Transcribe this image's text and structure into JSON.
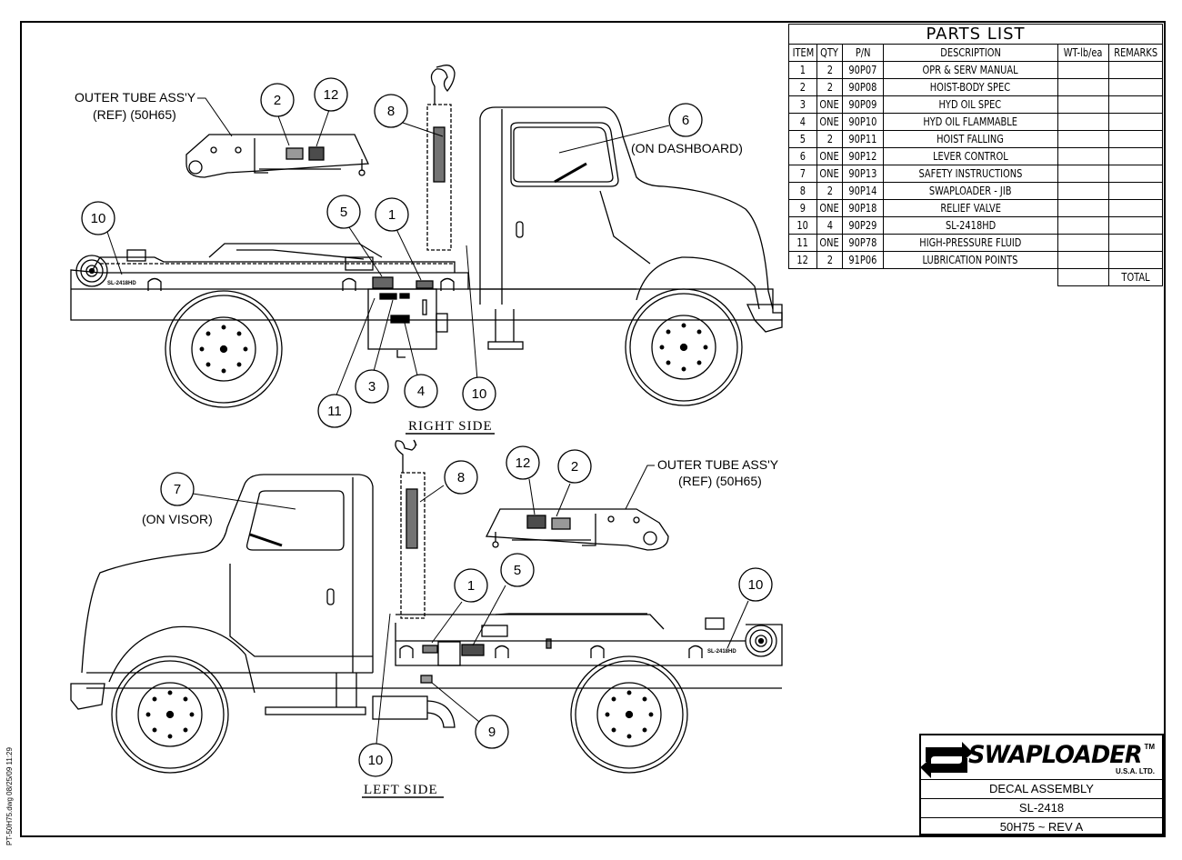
{
  "drawing": {
    "file_stamp": "PT-50H75.dwg   08/25/09  11:29",
    "views": {
      "right_side": {
        "title": "RIGHT SIDE",
        "callouts": [
          {
            "id": "outer-tube",
            "text_line1": "OUTER TUBE ASS'Y",
            "text_line2": "(REF) (50H65)"
          },
          {
            "id": "dashboard",
            "text": "(ON DASHBOARD)"
          }
        ],
        "balloons": [
          "2",
          "12",
          "8",
          "6",
          "10",
          "5",
          "1",
          "11",
          "3",
          "4",
          "10"
        ]
      },
      "left_side": {
        "title": "LEFT SIDE",
        "callouts": [
          {
            "id": "outer-tube",
            "text_line1": "OUTER TUBE ASS'Y",
            "text_line2": "(REF) (50H65)"
          },
          {
            "id": "visor",
            "text": "(ON VISOR)"
          }
        ],
        "balloons": [
          "7",
          "8",
          "12",
          "2",
          "1",
          "5",
          "10",
          "9",
          "10"
        ]
      }
    },
    "decal_text": "SL-2418HD"
  },
  "parts_list": {
    "title": "PARTS LIST",
    "columns": [
      "ITEM",
      "QTY",
      "P/N",
      "DESCRIPTION",
      "WT-lb/ea",
      "REMARKS"
    ],
    "rows": [
      {
        "item": "1",
        "qty": "2",
        "pn": "90P07",
        "description": "OPR & SERV MANUAL",
        "wt": "",
        "remarks": ""
      },
      {
        "item": "2",
        "qty": "2",
        "pn": "90P08",
        "description": "HOIST-BODY SPEC",
        "wt": "",
        "remarks": ""
      },
      {
        "item": "3",
        "qty": "ONE",
        "pn": "90P09",
        "description": "HYD OIL SPEC",
        "wt": "",
        "remarks": ""
      },
      {
        "item": "4",
        "qty": "ONE",
        "pn": "90P10",
        "description": "HYD OIL FLAMMABLE",
        "wt": "",
        "remarks": ""
      },
      {
        "item": "5",
        "qty": "2",
        "pn": "90P11",
        "description": "HOIST FALLING",
        "wt": "",
        "remarks": ""
      },
      {
        "item": "6",
        "qty": "ONE",
        "pn": "90P12",
        "description": "LEVER CONTROL",
        "wt": "",
        "remarks": ""
      },
      {
        "item": "7",
        "qty": "ONE",
        "pn": "90P13",
        "description": "SAFETY INSTRUCTIONS",
        "wt": "",
        "remarks": ""
      },
      {
        "item": "8",
        "qty": "2",
        "pn": "90P14",
        "description": "SWAPLOADER - JIB",
        "wt": "",
        "remarks": ""
      },
      {
        "item": "9",
        "qty": "ONE",
        "pn": "90P18",
        "description": "RELIEF VALVE",
        "wt": "",
        "remarks": ""
      },
      {
        "item": "10",
        "qty": "4",
        "pn": "90P29",
        "description": "SL-2418HD",
        "wt": "",
        "remarks": ""
      },
      {
        "item": "11",
        "qty": "ONE",
        "pn": "90P78",
        "description": "HIGH-PRESSURE FLUID",
        "wt": "",
        "remarks": ""
      },
      {
        "item": "12",
        "qty": "2",
        "pn": "91P06",
        "description": "LUBRICATION POINTS",
        "wt": "",
        "remarks": ""
      }
    ],
    "total_label": "TOTAL"
  },
  "title_block": {
    "brand": "SWAPLOADER",
    "trademark": "TM",
    "brand_sub": "U.S.A.   LTD.",
    "title": "DECAL ASSEMBLY",
    "model": "SL-2418",
    "drawing_no": "50H75 ~ REV A"
  }
}
